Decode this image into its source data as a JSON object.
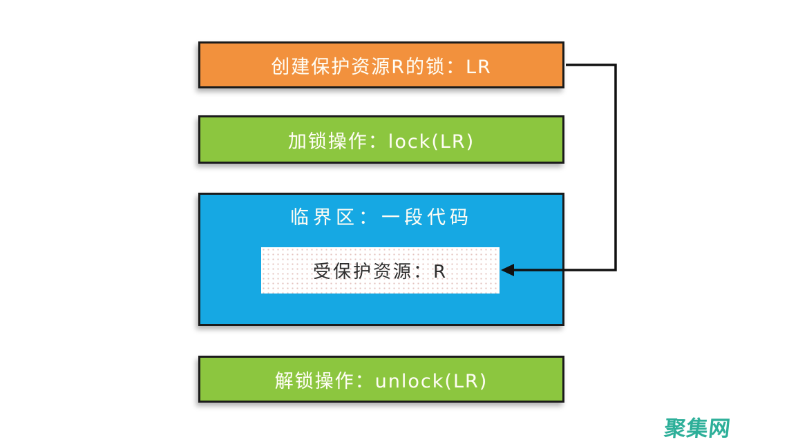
{
  "diagram": {
    "title_meaning": "mutex lock usage flow",
    "boxes": [
      {
        "id": "create-lock",
        "label": "创建保护资源R的锁：LR",
        "bg": "#F2913D",
        "text_color": "#FFFDF4"
      },
      {
        "id": "lock-operation",
        "label": "加锁操作：lock(LR)",
        "bg": "#8CC63F",
        "text_color": "#FFFDF4"
      },
      {
        "id": "critical-section",
        "label": "临界区：一段代码",
        "bg": "#16A8E3",
        "text_color": "#FFFDF4"
      },
      {
        "id": "protected-resource",
        "label": "受保护资源：R",
        "bg": "#FFFFFF",
        "text_color": "#2E2E2E"
      },
      {
        "id": "unlock-operation",
        "label": "解锁操作：unlock(LR)",
        "bg": "#8CC63F",
        "text_color": "#FFFDF4"
      }
    ],
    "arrow": {
      "from": "create-lock",
      "to": "protected-resource",
      "color": "#111111"
    },
    "border_color": "#1B1B1B",
    "watermark": {
      "text": "聚集网",
      "color": "#2DAF99"
    }
  }
}
